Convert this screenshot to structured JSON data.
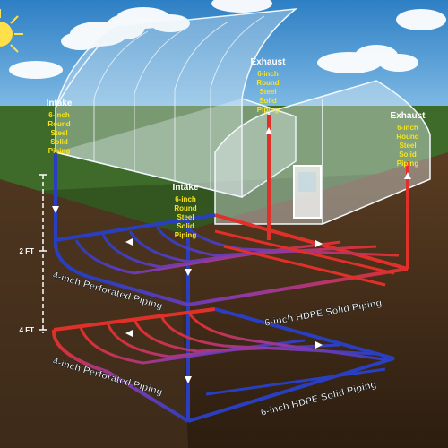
{
  "labels": {
    "exhaust_top": "Exhaust",
    "exhaust_top_spec": [
      "6-inch",
      "Round",
      "Steel",
      "Solid",
      "Piping"
    ],
    "exhaust_right": "Exhaust",
    "exhaust_right_spec": [
      "6-inch",
      "Round",
      "Steel",
      "Solid",
      "Piping"
    ],
    "intake_left": "Intake",
    "intake_left_spec": [
      "6-inch",
      "Round",
      "Steel",
      "Solid",
      "Piping"
    ],
    "intake_center": "Intake",
    "intake_center_spec": [
      "6-inch",
      "Round",
      "Steel",
      "Solid",
      "Piping"
    ],
    "depth_2ft": "2 FT",
    "depth_4ft": "4 FT",
    "upper_perforated": "4-inch Perforated Piping",
    "upper_hdpe": "6-inch HDPE Solid Piping",
    "lower_perforated": "4-inch Perforated Piping",
    "lower_hdpe": "6-inch HDPE Solid Piping"
  },
  "colors": {
    "sky": "#3f8fd0",
    "cold_pipe": "#2a3fc0",
    "hot_pipe": "#e0302a",
    "label_yellow": "#f5e51c",
    "label_white": "#ffffff",
    "soil": "#4a3320",
    "grass": "#3f6b2a"
  }
}
